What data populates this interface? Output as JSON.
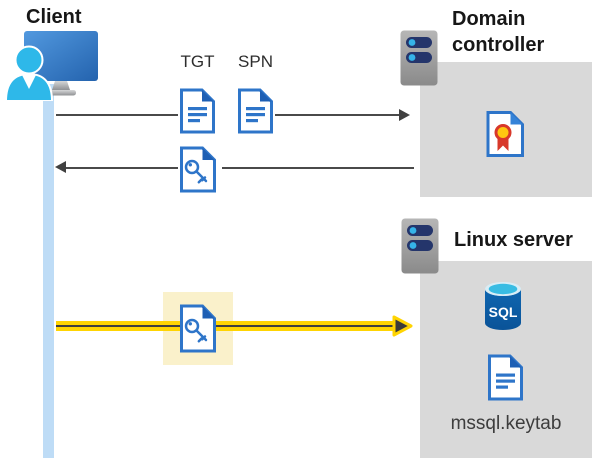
{
  "client": {
    "label": "Client"
  },
  "kerberos_flow": {
    "tgt_label": "TGT",
    "spn_label": "SPN"
  },
  "domain_controller": {
    "title": "Domain controller"
  },
  "linux_server": {
    "title": "Linux server",
    "sql_label": "SQL",
    "keytab_label": "mssql.keytab"
  },
  "icons": {
    "client_device": "monitor-user-icon",
    "lifeline": "client-lifeline-bar",
    "ticket_document": "document-icon",
    "key_document": "key-document-icon",
    "server": "server-icon",
    "certificate": "certificate-document-icon",
    "sql_database": "sql-database-icon"
  },
  "colors": {
    "doc_blue": "#2E75C9",
    "fold_blue": "#1E5FB4",
    "panel_gray": "#D9D9D9",
    "arrow_gray": "#404040",
    "flow_yellow": "#FFD402",
    "highlight_yellow": "#FAF1CB",
    "lifeline_blue": "#BEDCF6",
    "server_navy": "#24356B",
    "sql_blue": "#0A5CA8",
    "person_cyan": "#2EB8E9",
    "cert_red": "#D8382A",
    "cert_gold": "#FFC811"
  }
}
